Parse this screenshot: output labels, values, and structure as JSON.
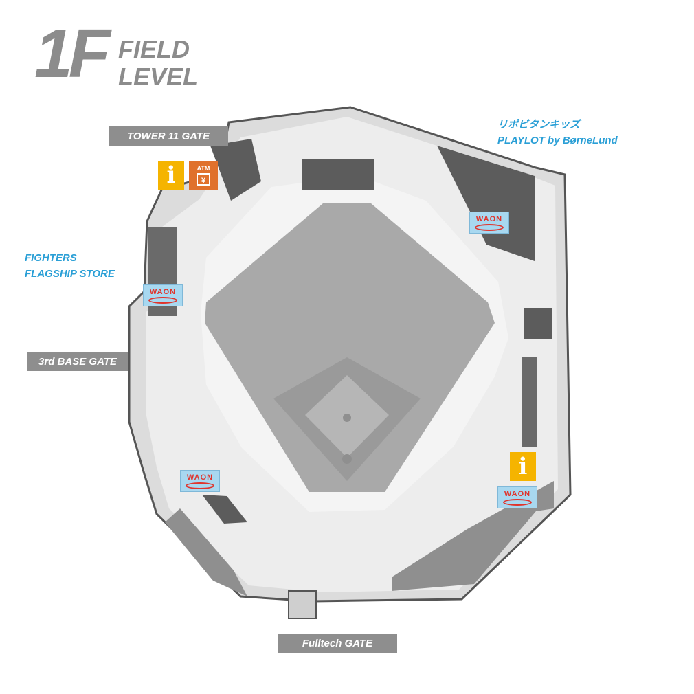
{
  "title": {
    "floor": "1F",
    "level_line1": "FIELD",
    "level_line2": "LEVEL"
  },
  "gates": {
    "tower11": "TOWER 11 GATE",
    "third_base": "3rd BASE GATE",
    "fulltech": "Fulltech GATE"
  },
  "places": {
    "fighters_store_line1": "FIGHTERS",
    "fighters_store_line2": "FLAGSHIP STORE",
    "playlot_jp": "リポビタンキッズ",
    "playlot_en": "PLAYLOT by BørneLund"
  },
  "facilities": {
    "info_glyph": "i",
    "atm_label": "ATM",
    "atm_glyph": "¥",
    "waon_label": "WAON"
  },
  "colors": {
    "gate_label_bg": "#8e8e8e",
    "place_label_text": "#2a9fd6",
    "info_bg": "#f5b400",
    "atm_bg": "#e0712c",
    "waon_bg": "#a8d8f0",
    "waon_text": "#e0342c"
  }
}
